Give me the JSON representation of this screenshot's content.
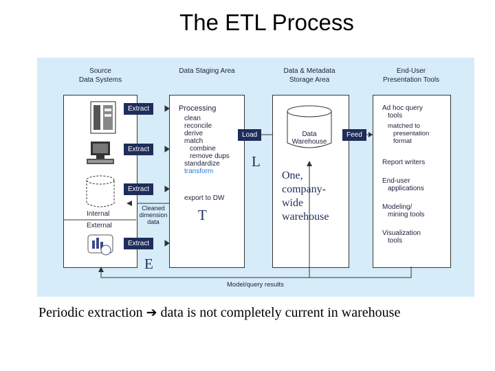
{
  "title": "The ETL Process",
  "headers": {
    "source": [
      "Source",
      "Data Systems"
    ],
    "staging": "Data Staging Area",
    "storage": [
      "Data & Metadata",
      "Storage Area"
    ],
    "presentation": [
      "End-User",
      "Presentation Tools"
    ]
  },
  "source": {
    "internal": "Internal",
    "external": "External"
  },
  "tags": {
    "extract": "Extract",
    "load": "Load",
    "feed": "Feed"
  },
  "staging": {
    "processing": "Processing",
    "steps": [
      "clean",
      "reconcile",
      "derive",
      "match",
      "combine",
      "remove dups",
      "standardize"
    ],
    "transform": "transform",
    "export": "export to DW",
    "cleaned": [
      "Cleaned",
      "dimension",
      "data"
    ]
  },
  "storage": {
    "warehouse": [
      "Data",
      "Warehouse"
    ]
  },
  "tools": {
    "adhoc": [
      "Ad hoc query",
      "tools"
    ],
    "adhoc_sub": [
      "matched to",
      "presentation",
      "format"
    ],
    "report": "Report writers",
    "enduser": [
      "End-user",
      "applications"
    ],
    "modeling": [
      "Modeling/",
      "mining tools"
    ],
    "visualization": [
      "Visualization",
      "tools"
    ]
  },
  "feedback": "Model/query results",
  "annotations": {
    "L": "L",
    "T": "T",
    "E": "E",
    "one_company": [
      "One,",
      "company-",
      "wide",
      "warehouse"
    ]
  },
  "footer": {
    "left": "Periodic extraction",
    "arrow": "➔",
    "right": "data is not completely current in warehouse"
  },
  "colors": {
    "panel": "#d6ecf8",
    "tag": "#1f2d5a",
    "text": "#1b1f3a"
  }
}
